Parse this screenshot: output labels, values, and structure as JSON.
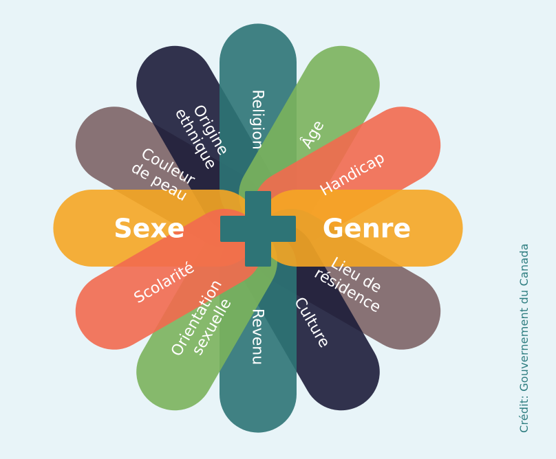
{
  "center": {
    "icon": "plus-icon",
    "color": "#2e7476"
  },
  "petals": [
    {
      "id": "sexe",
      "lines": [
        "Sexe"
      ],
      "color": "#f5a623"
    },
    {
      "id": "couleur",
      "lines": [
        "Couleur",
        "de peau"
      ],
      "color": "#7d6466"
    },
    {
      "id": "origine",
      "lines": [
        "Origine",
        "ethnique"
      ],
      "color": "#1d1d3a"
    },
    {
      "id": "religion",
      "lines": [
        "Religion"
      ],
      "color": "#2e7476"
    },
    {
      "id": "age",
      "lines": [
        "Âge"
      ],
      "color": "#7bb35c"
    },
    {
      "id": "handicap",
      "lines": [
        "Handicap"
      ],
      "color": "#f26a4f"
    },
    {
      "id": "genre",
      "lines": [
        "Genre"
      ],
      "color": "#f5a623"
    },
    {
      "id": "lieu",
      "lines": [
        "Lieu de",
        "résidence"
      ],
      "color": "#7d6466"
    },
    {
      "id": "culture",
      "lines": [
        "Culture"
      ],
      "color": "#1d1d3a"
    },
    {
      "id": "revenu",
      "lines": [
        "Revenu"
      ],
      "color": "#2e7476"
    },
    {
      "id": "orientation",
      "lines": [
        "Orientation",
        "sexuelle"
      ],
      "color": "#7bb35c"
    },
    {
      "id": "scolarite",
      "lines": [
        "Scolarité"
      ],
      "color": "#f26a4f"
    }
  ],
  "credit": "Crédit: Gouvernement du Canada",
  "colors": {
    "background": "#e8f4f8",
    "credit_text": "#2e7d80"
  }
}
